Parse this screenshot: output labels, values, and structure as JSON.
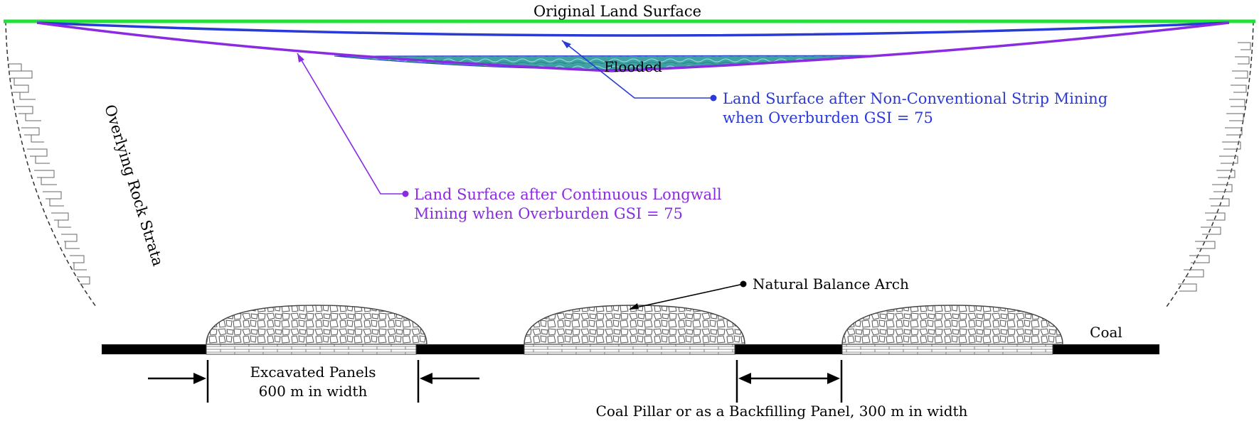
{
  "labels": {
    "original_surface": "Original Land Surface",
    "flooded": "Flooded",
    "strip_mining_line1": "Land Surface after Non-Conventional Strip Mining",
    "strip_mining_line2": "when Overburden GSI = 75",
    "longwall_line1": "Land Surface after Continuous Longwall",
    "longwall_line2": "Mining when Overburden GSI = 75",
    "overlying_strata": "Overlying Rock Strata",
    "balance_arch": "Natural Balance Arch",
    "coal": "Coal",
    "excavated_line1": "Excavated Panels",
    "excavated_line2": "600 m in width",
    "pillar": "Coal Pillar or as a Backfilling Panel, 300 m in width"
  },
  "colors": {
    "original_surface": "#22e03a",
    "strip_mining": "#2a3ad6",
    "longwall": "#8a2be2",
    "flood_water": "#3fa6a6",
    "coal": "#000000",
    "text": "#000000"
  }
}
